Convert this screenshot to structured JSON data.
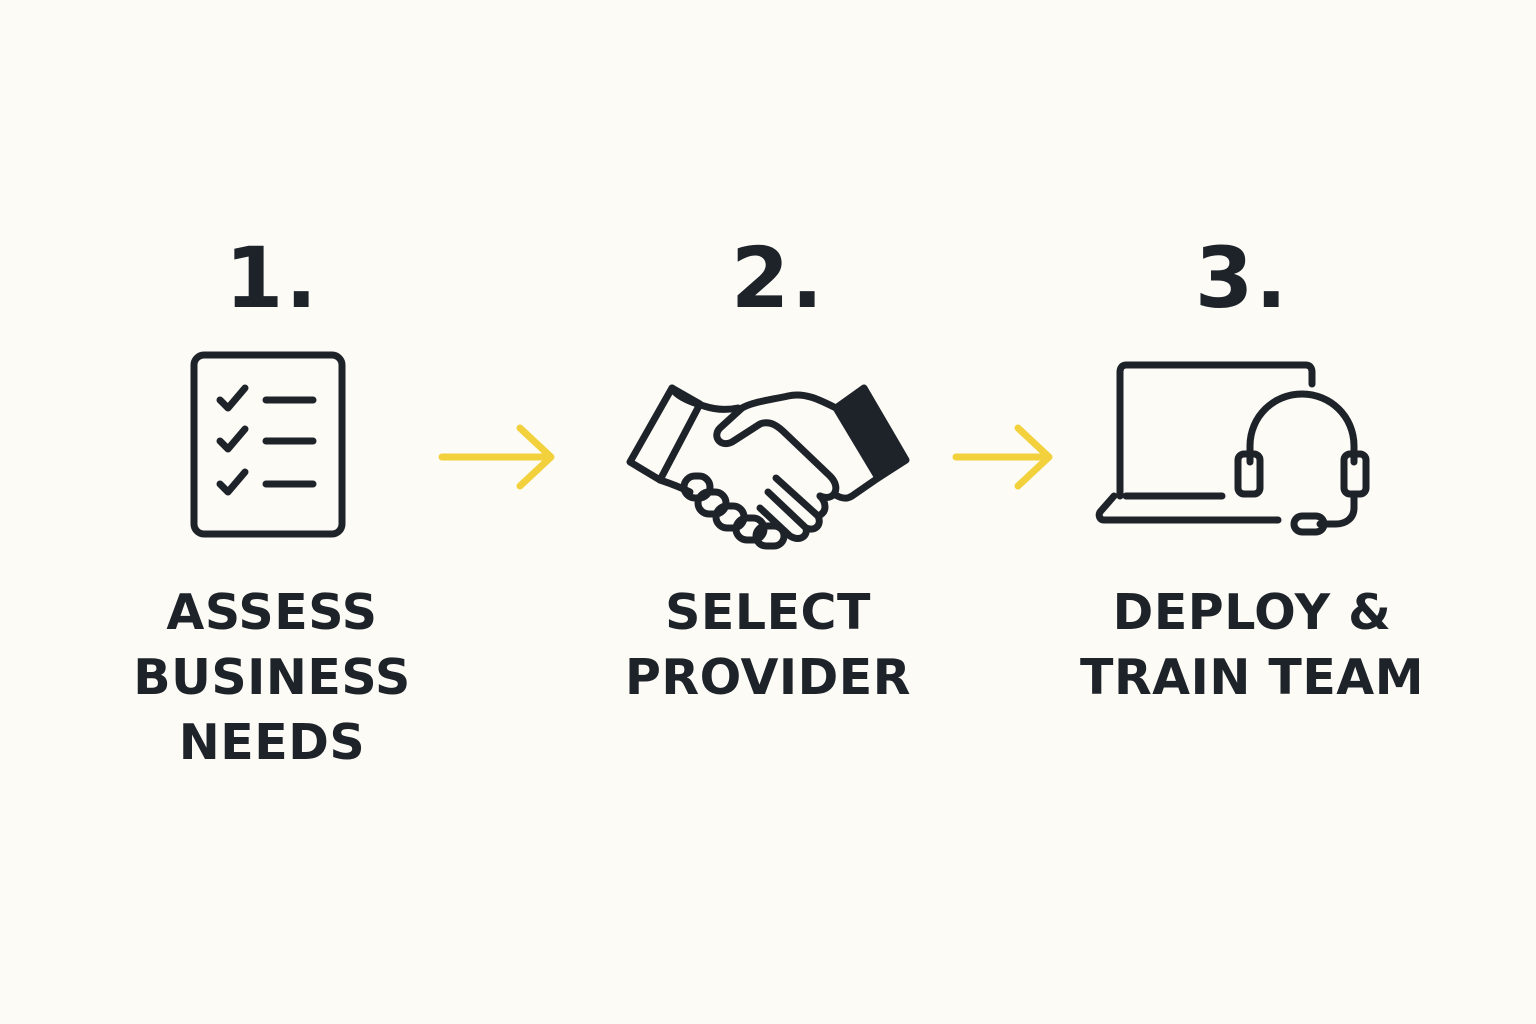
{
  "colors": {
    "background": "#fcfbf6",
    "ink": "#1e232a",
    "arrow": "#f2d13c"
  },
  "steps": [
    {
      "number": "1.",
      "label_lines": [
        "ASSESS",
        "BUSINESS",
        "NEEDS"
      ],
      "icon": "checklist-icon"
    },
    {
      "number": "2.",
      "label_lines": [
        "SELECT",
        "PROVIDER"
      ],
      "icon": "handshake-icon"
    },
    {
      "number": "3.",
      "label_lines": [
        "DEPLOY &",
        "TRAIN TEAM"
      ],
      "icon": "laptop-headset-icon"
    }
  ],
  "connectors": [
    {
      "icon": "arrow-right-icon"
    },
    {
      "icon": "arrow-right-icon"
    }
  ]
}
